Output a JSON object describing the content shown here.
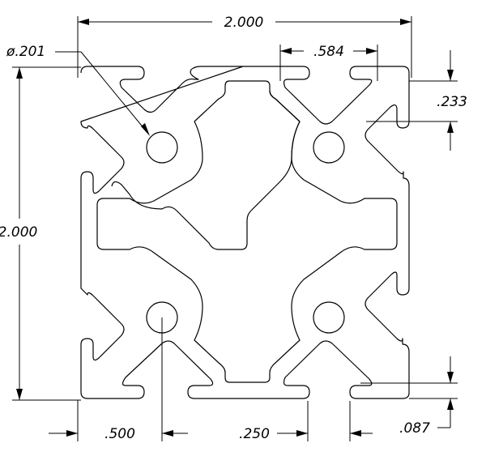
{
  "drawing": {
    "dimensions": {
      "overall_width": "2.000",
      "overall_height": "2.000",
      "hole_diameter": "ø.201",
      "slot_opening": ".584",
      "slot_depth": ".233",
      "center_offset": ".500",
      "slot_width": ".250",
      "wall_thickness": ".087"
    }
  }
}
